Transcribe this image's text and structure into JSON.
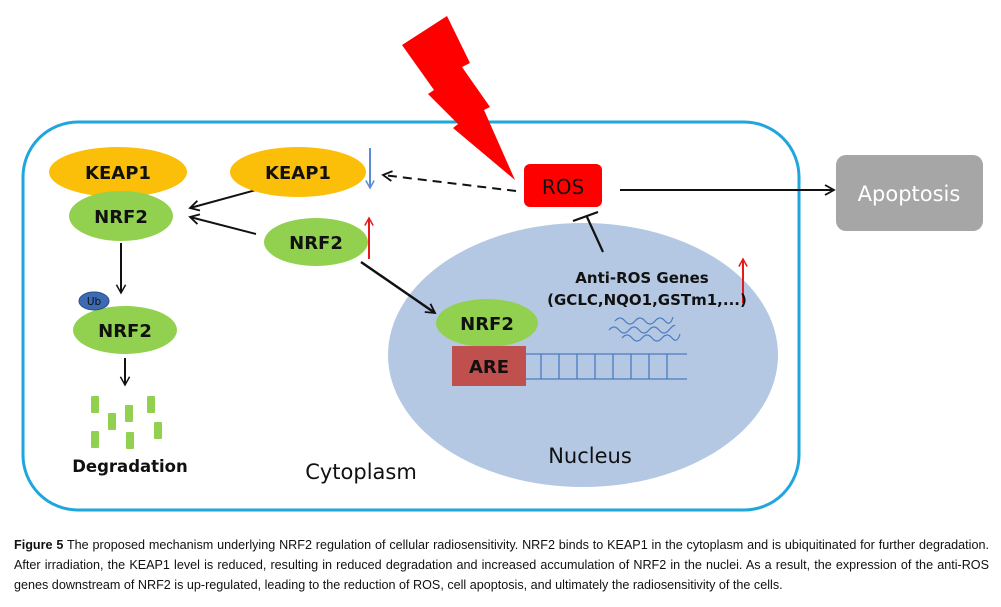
{
  "diagram": {
    "nodes": {
      "keap1_bound": "KEAP1",
      "nrf2_bound": "NRF2",
      "keap1_free": "KEAP1",
      "nrf2_free": "NRF2",
      "ub": "Ub",
      "nrf2_ub": "NRF2",
      "degradation": "Degradation",
      "ros": "ROS",
      "apoptosis": "Apoptosis",
      "anti_ros_title": "Anti-ROS Genes",
      "anti_ros_list": "(GCLC,NQO1,GSTm1,...)",
      "nrf2_nucleus": "NRF2",
      "are": "ARE",
      "nucleus": "Nucleus",
      "cytoplasm": "Cytoplasm"
    },
    "indicators": {
      "keap1_change": "down",
      "nrf2_change": "up",
      "anti_ros_change": "up"
    },
    "colors": {
      "keap1": "#fbbf0a",
      "nrf2": "#92d050",
      "ros": "#ff0000",
      "lightning": "#ff0000",
      "apoptosis": "#a6a6a6",
      "nucleus": "#b4c8e4",
      "are": "#c0504d",
      "cell_border": "#1fa6dc",
      "ub": "#3d6bb3",
      "dna": "#4a7cc0",
      "up_arrow": "#e51b1b",
      "down_arrow": "#5b8bd0"
    }
  },
  "caption": {
    "label": "Figure 5",
    "text": "The proposed mechanism underlying NRF2 regulation of cellular radiosensitivity. NRF2 binds to KEAP1 in the cytoplasm and is ubiquitinated for further degradation. After irradiation, the KEAP1 level is reduced, resulting in reduced degradation and increased accumulation of NRF2 in the nuclei. As a result, the expression of the anti-ROS genes downstream of NRF2 is up-regulated, leading to the reduction of ROS, cell apoptosis, and ultimately the radiosensitivity of the cells."
  }
}
